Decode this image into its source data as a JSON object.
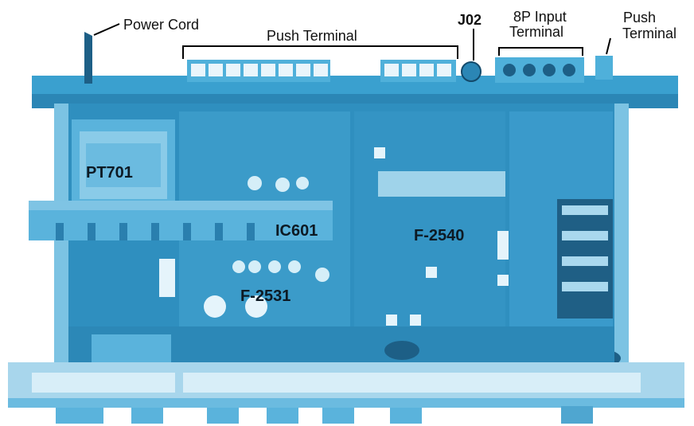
{
  "callouts": {
    "power_cord": "Power Cord",
    "push_terminal_left": "Push Terminal",
    "j02": "J02",
    "input_8p_line1": "8P Input",
    "input_8p_line2": "Terminal",
    "push_terminal_right_line1": "Push",
    "push_terminal_right_line2": "Terminal"
  },
  "components": {
    "pt701": "PT701",
    "ic601": "IC601",
    "f2540": "F-2540",
    "f2531": "F-2531"
  },
  "colors": {
    "photo_tint": "#3aa0cf",
    "photo_dark": "#1d5f86",
    "photo_light": "#9fd3ea",
    "label_text": "#111111"
  }
}
